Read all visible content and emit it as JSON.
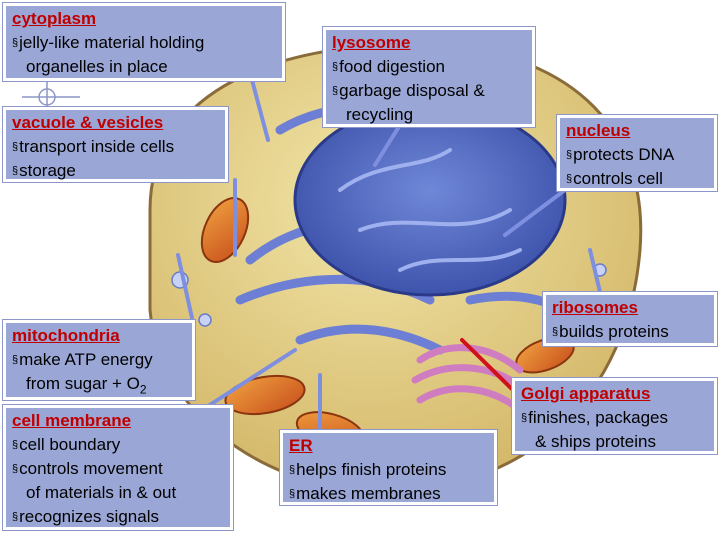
{
  "bullet": "§",
  "labels": {
    "cytoplasm": {
      "title": "cytoplasm",
      "lines": [
        "jelly-like material holding",
        "organelles in place"
      ]
    },
    "lysosome": {
      "title": "lysosome",
      "lines": [
        "food digestion",
        "garbage disposal &",
        "recycling"
      ]
    },
    "vacuole": {
      "title": "vacuole & vesicles",
      "lines": [
        "transport inside cells",
        "storage"
      ]
    },
    "nucleus": {
      "title": "nucleus",
      "lines": [
        "protects DNA",
        "controls cell"
      ]
    },
    "ribosomes": {
      "title": "ribosomes",
      "lines": [
        "builds proteins"
      ]
    },
    "mitochondria": {
      "title": "mitochondria",
      "lines": [
        "make ATP energy",
        "from sugar + O",
        "2"
      ]
    },
    "golgi": {
      "title": "Golgi apparatus",
      "lines": [
        "finishes, packages",
        "& ships proteins"
      ]
    },
    "membrane": {
      "title": "cell membrane",
      "lines": [
        "cell boundary",
        "controls movement",
        "of materials in & out",
        "recognizes signals"
      ]
    },
    "er": {
      "title": "ER",
      "lines": [
        "helps finish proteins",
        "makes membranes"
      ]
    }
  },
  "colors": {
    "box": "#9aa7d6",
    "pointer": "#7f8fe0",
    "title": "#c00000",
    "golgi_pointer": "#d0101a"
  }
}
